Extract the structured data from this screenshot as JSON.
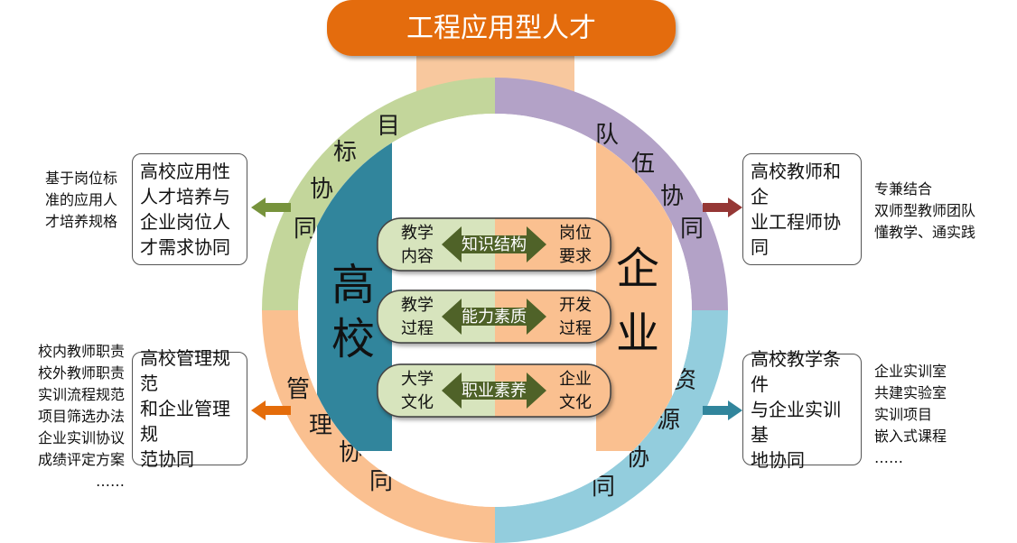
{
  "title": "工程应用型人才",
  "school": "高校",
  "enterprise": "企业",
  "quadrants": {
    "goal": "目标协同",
    "team": "队伍协同",
    "management": "管理协同",
    "resource": "资源协同"
  },
  "rows": [
    {
      "left": "教学内容",
      "center": "知识结构",
      "right": "岗位要求"
    },
    {
      "left": "教学过程",
      "center": "能力素质",
      "right": "开发过程"
    },
    {
      "left": "大学文化",
      "center": "职业素养",
      "right": "企业文化"
    }
  ],
  "boxes": {
    "top_left": "高校应用性人才培养与企业岗位人才需求协同",
    "top_right": "高校教师和企业工程师协同",
    "bottom_left": "高校管理规范和企业管理规范协同",
    "bottom_right": "高校教学条件与企业实训基地协同"
  },
  "notes": {
    "top_left": [
      "基于岗位标",
      "准的应用人",
      "才培养规格"
    ],
    "top_right": [
      "专兼结合",
      "双师型教师团队",
      "懂教学、通实践"
    ],
    "bottom_left": [
      "校内教师职责",
      "校外教师职责",
      "实训流程规范",
      "项目筛选办法",
      "企业实训协议",
      "成绩评定方案",
      "……"
    ],
    "bottom_right": [
      "企业实训室",
      "共建实验室",
      "实训项目",
      "嵌入式课程",
      "……"
    ]
  },
  "colors": {
    "title_fill": "#E46C0A",
    "neck": "#F8C89E",
    "goal": "#C3D69B",
    "team": "#B3A2C7",
    "management": "#FAC090",
    "resource": "#93CDDD",
    "school": "#31859C",
    "enterprise": "#FAC090",
    "center_arrow": "#4F6228",
    "arrow_goal": "#77933C",
    "arrow_team": "#953735",
    "arrow_management": "#E46C0A",
    "arrow_resource": "#31859C"
  }
}
